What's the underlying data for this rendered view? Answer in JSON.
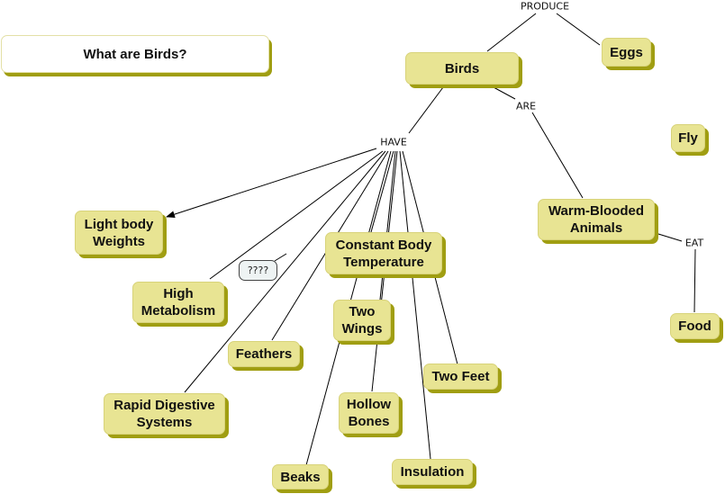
{
  "title": "What are Birds?",
  "concepts": {
    "birds": "Birds",
    "eggs": "Eggs",
    "fly": "Fly",
    "warm_blooded": "Warm-Blooded\nAnimals",
    "food": "Food",
    "light_body": "Light body\nWeights",
    "high_metabolism": "High\nMetabolism",
    "constant_temp": "Constant Body\nTemperature",
    "two_wings": "Two\nWings",
    "feathers": "Feathers",
    "rapid_digestive": "Rapid Digestive\nSystems",
    "two_feet": "Two Feet",
    "hollow_bones": "Hollow\nBones",
    "beaks": "Beaks",
    "insulation": "Insulation"
  },
  "linking_phrases": {
    "produce": "PRODUCE",
    "are": "ARE",
    "have": "HAVE",
    "eat": "EAT"
  },
  "comment": "????",
  "propositions": [
    [
      "Birds",
      "PRODUCE",
      "Eggs"
    ],
    [
      "Birds",
      "ARE",
      "Warm-Blooded Animals"
    ],
    [
      "Warm-Blooded Animals",
      "EAT",
      "Food"
    ],
    [
      "Birds",
      "HAVE",
      "Light body Weights"
    ],
    [
      "Birds",
      "HAVE",
      "High Metabolism"
    ],
    [
      "Birds",
      "HAVE",
      "Constant Body Temperature"
    ],
    [
      "Birds",
      "HAVE",
      "Two Wings"
    ],
    [
      "Birds",
      "HAVE",
      "Feathers"
    ],
    [
      "Birds",
      "HAVE",
      "Rapid Digestive Systems"
    ],
    [
      "Birds",
      "HAVE",
      "Two Feet"
    ],
    [
      "Birds",
      "HAVE",
      "Hollow Bones"
    ],
    [
      "Birds",
      "HAVE",
      "Beaks"
    ],
    [
      "Birds",
      "HAVE",
      "Insulation"
    ]
  ]
}
